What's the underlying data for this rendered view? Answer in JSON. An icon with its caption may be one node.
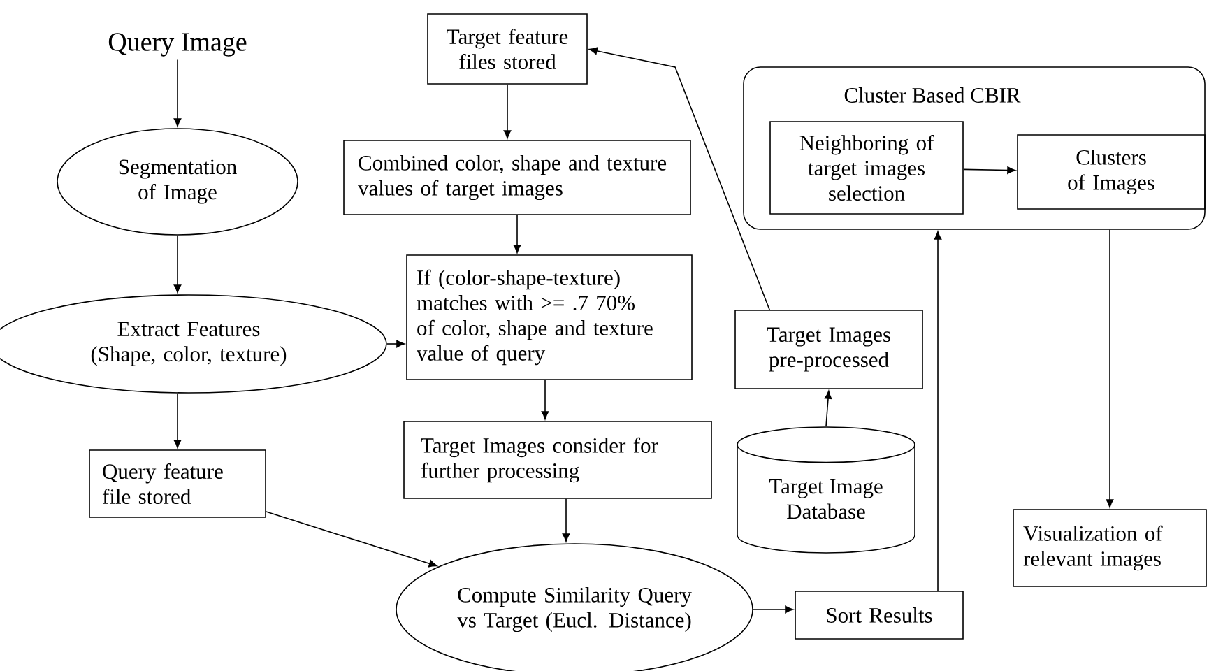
{
  "diagram": {
    "nodes": [
      {
        "text": [
          "Query Image"
        ]
      },
      {
        "text": [
          "Segmentation of Image"
        ]
      },
      {
        "text": [
          "Extract Features (Shape, color, texture)"
        ]
      },
      {
        "text": [
          "Query feature file stored"
        ]
      },
      {
        "text": [
          "Target feature files stored"
        ]
      },
      {
        "text": [
          "Combined color, shape and texture values of target images"
        ]
      },
      {
        "text": [
          "If (color-shape-texture) matches with >= .7 70% of color, shape and texture value of query"
        ]
      },
      {
        "text": [
          "Target Images consider for further processing"
        ]
      },
      {
        "text": [
          "Compute Similarity Query vs Target (Eucl. Distance)"
        ]
      },
      {
        "text": [
          "Sort Results"
        ]
      },
      {
        "text": [
          "Target Images pre-processed"
        ]
      },
      {
        "text": [
          "Target Image Database"
        ]
      },
      {
        "text": [
          "Cluster Based CBIR"
        ]
      },
      {
        "text": [
          "Neighboring of target images selection"
        ],
        "in": 12
      },
      {
        "text": [
          "Clusters of Images"
        ],
        "in": 12
      },
      {
        "text": [
          "Visualization of relevant images"
        ]
      }
    ],
    "edges": [
      {
        "from": 0,
        "to": 1,
        "arrow": "to"
      },
      {
        "from": 1,
        "to": 2,
        "arrow": "to"
      },
      {
        "from": 2,
        "to": 6,
        "arrow": "to"
      },
      {
        "from": 2,
        "to": 3,
        "arrow": "to"
      },
      {
        "from": 4,
        "to": 5,
        "arrow": "to"
      },
      {
        "from": 5,
        "to": 6,
        "arrow": "to"
      },
      {
        "from": 6,
        "to": 7,
        "arrow": "to"
      },
      {
        "from": 7,
        "to": 8,
        "arrow": "to"
      },
      {
        "from": 3,
        "to": 8,
        "arrow": "to"
      },
      {
        "from": 8,
        "to": 9,
        "arrow": "to"
      },
      {
        "from": 9,
        "to": 12,
        "arrow": "to"
      },
      {
        "from": 11,
        "to": 10,
        "arrow": "to"
      },
      {
        "from": 10,
        "to": 4,
        "arrow": "to"
      },
      {
        "from": 13,
        "to": 14,
        "arrow": "to"
      },
      {
        "from": 12,
        "to": 15,
        "arrow": "to"
      }
    ]
  }
}
